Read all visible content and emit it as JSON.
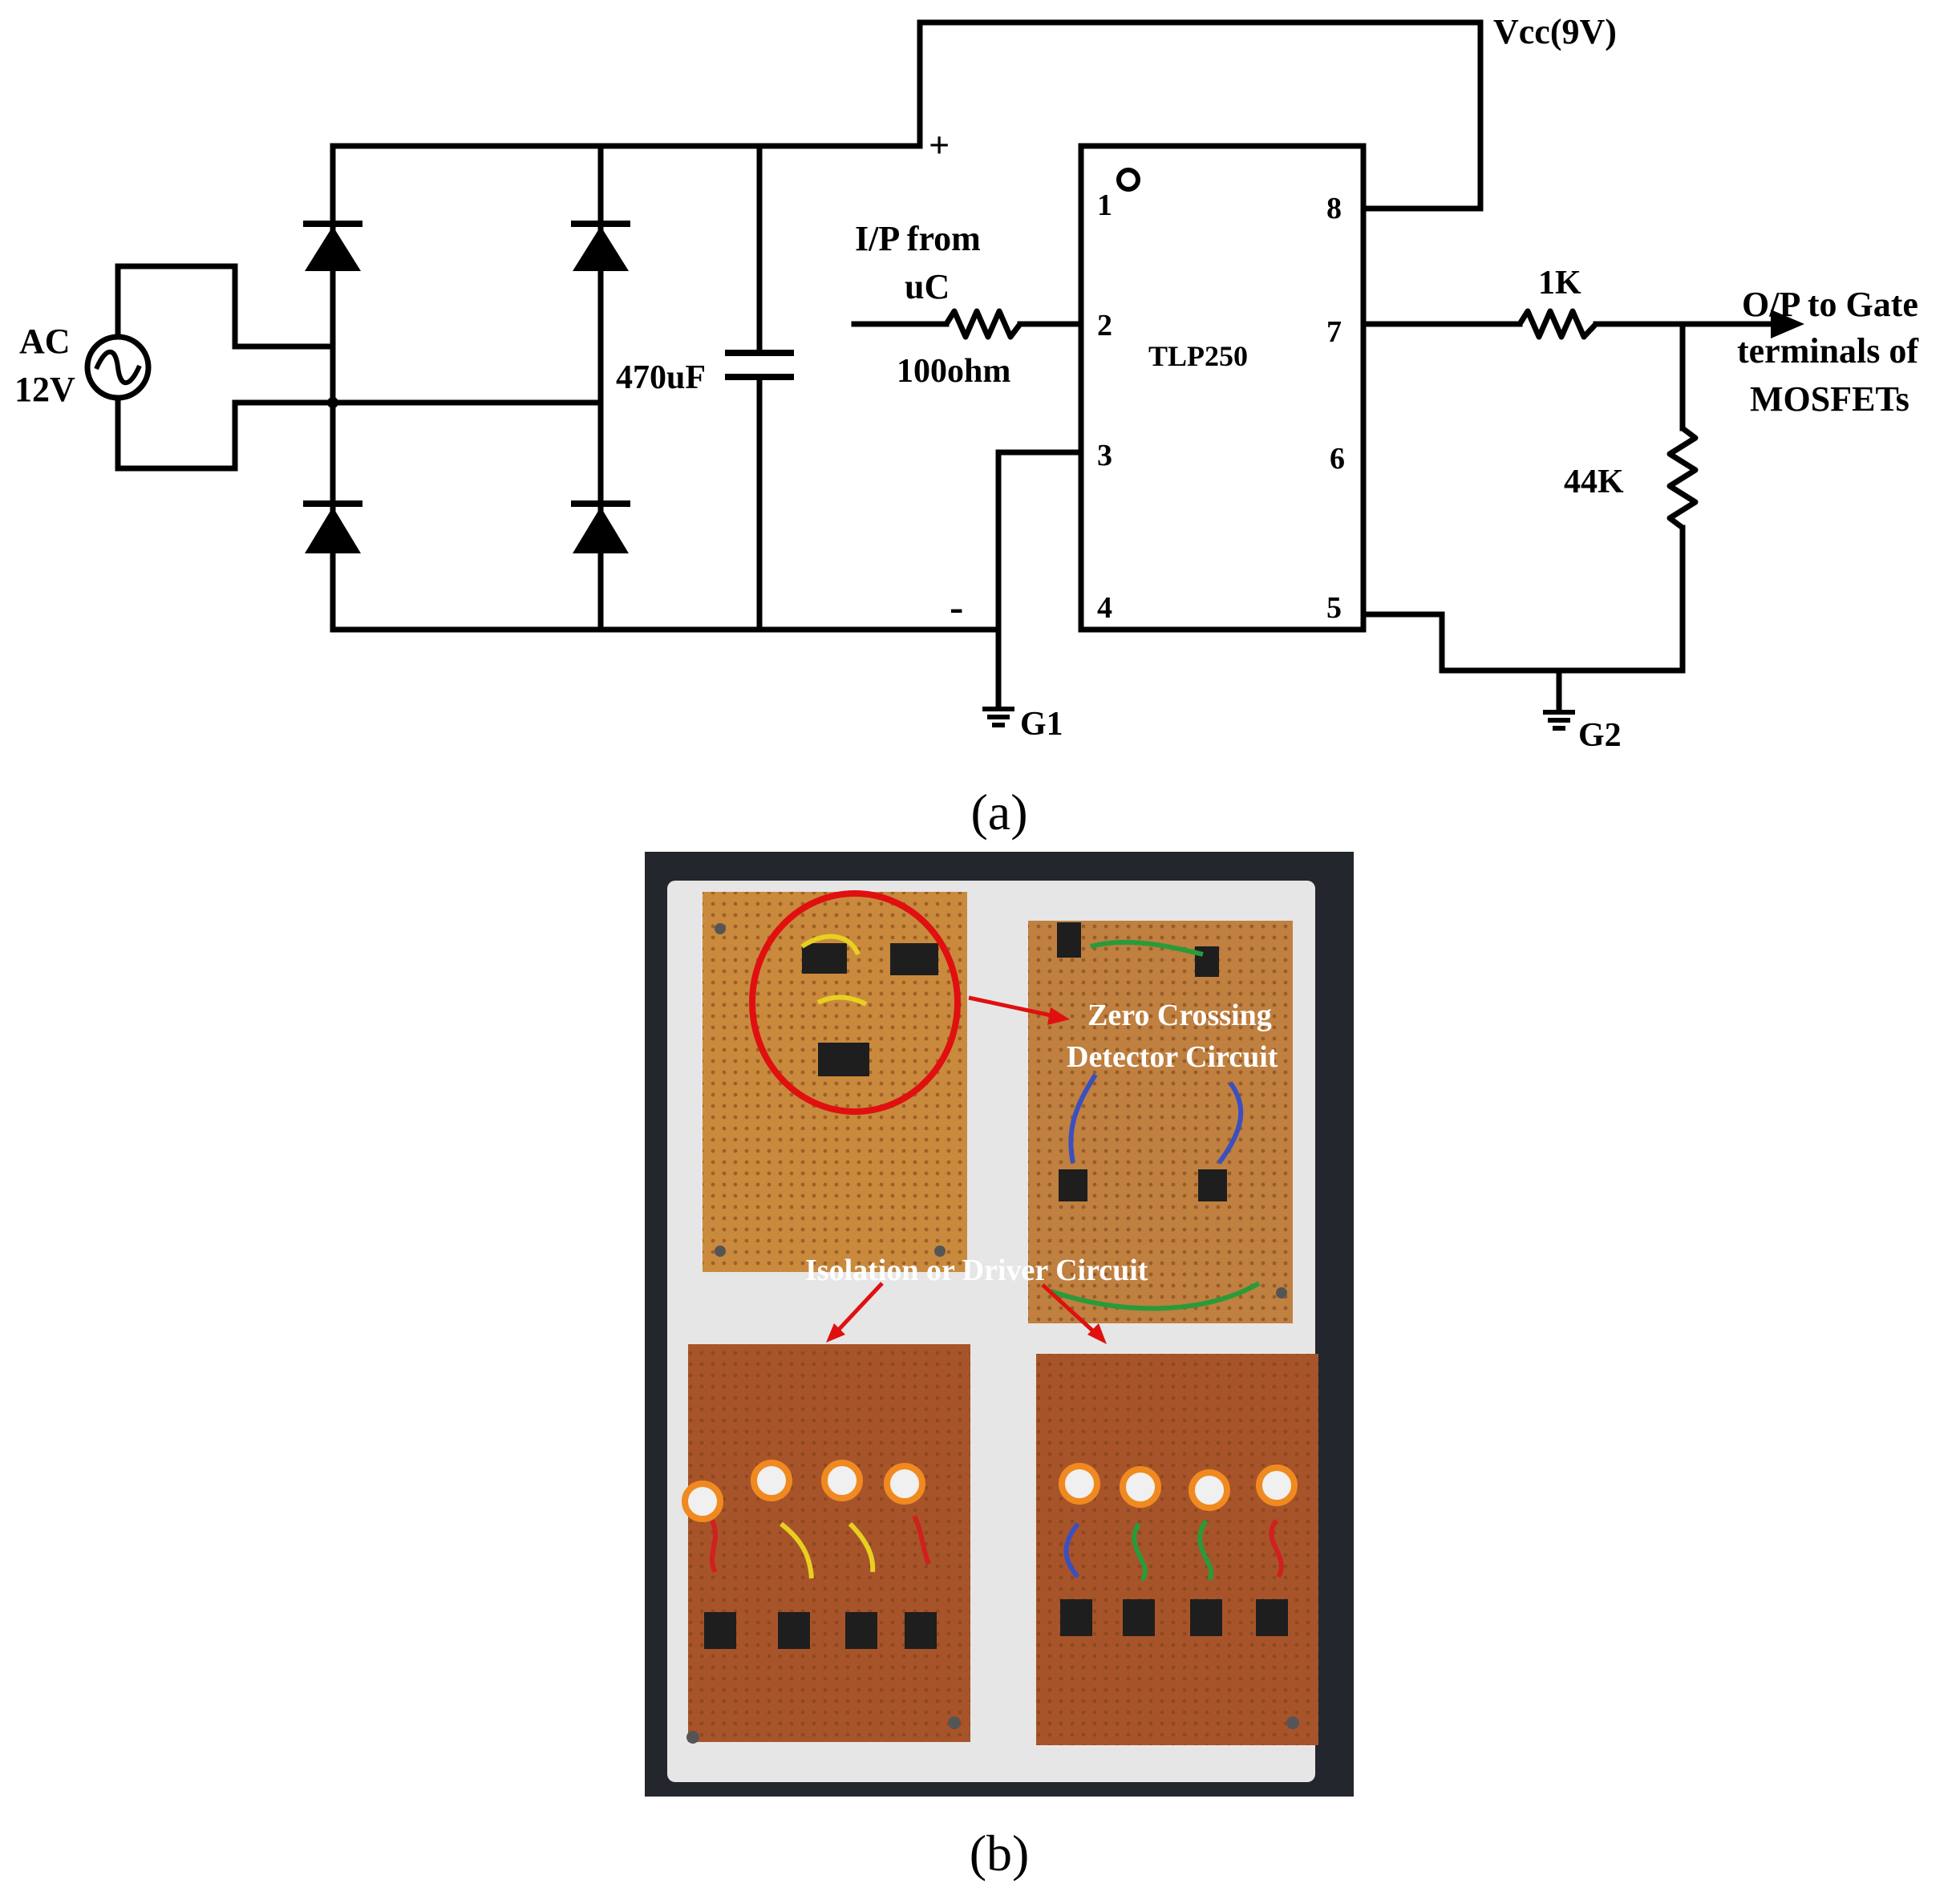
{
  "panel_a": {
    "caption": "(a)",
    "source": {
      "line1": "AC",
      "line2": "12V"
    },
    "capacitor": "470uF",
    "plus": "+",
    "minus": "-",
    "input": {
      "line1": "I/P from",
      "line2": "uC"
    },
    "input_resistor": "100ohm",
    "ic_name": "TLP250",
    "pins": [
      "1",
      "2",
      "3",
      "4",
      "5",
      "6",
      "7",
      "8"
    ],
    "vcc": "Vcc(9V)",
    "r_out": "1K",
    "r_pull": "44K",
    "output": {
      "line1": "O/P to Gate",
      "line2": "terminals of",
      "line3": "MOSFETs"
    },
    "ground1": "G1",
    "ground2": "G2"
  },
  "panel_b": {
    "caption": "(b)",
    "zcd_label": {
      "line1": "Zero Crossing",
      "line2": "Detector Circuit"
    },
    "driver_label": "Isolation or Driver Circuit",
    "highlight_color": "#e01010",
    "board_color": "#b86a2a"
  }
}
